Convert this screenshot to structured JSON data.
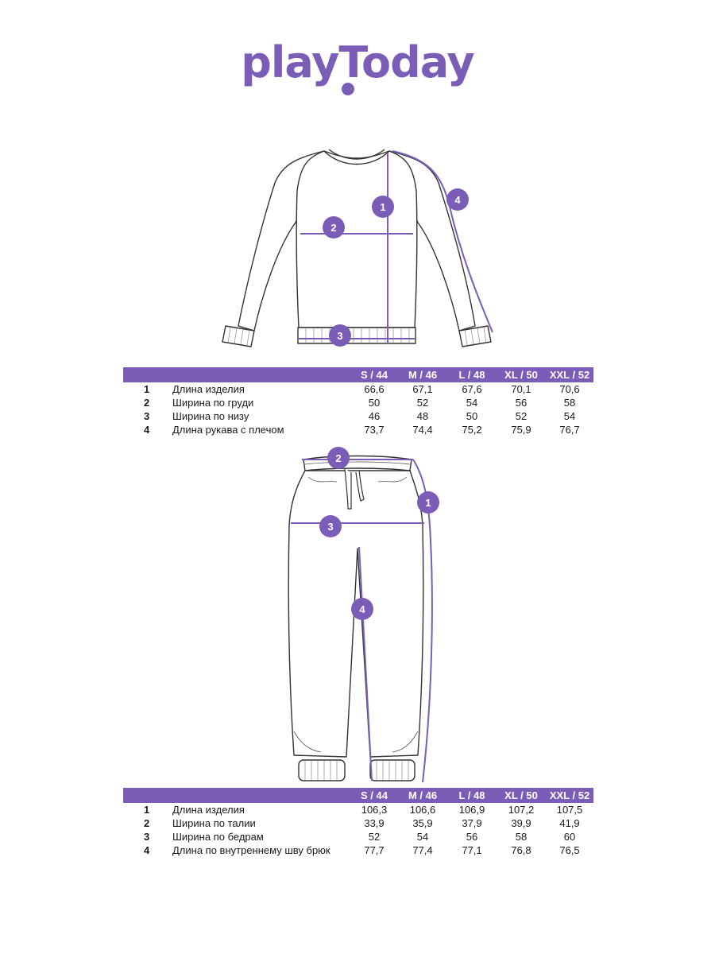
{
  "brand": {
    "logo_text": "playToday",
    "color": "#7b5cb7"
  },
  "colors": {
    "accent": "#7b5cb7",
    "outline": "#333333",
    "text": "#1a1a1a"
  },
  "sweatshirt": {
    "markers": [
      "1",
      "2",
      "3",
      "4"
    ],
    "table": {
      "sizes": [
        "S / 44",
        "M / 46",
        "L / 48",
        "XL / 50",
        "XXL / 52"
      ],
      "rows": [
        {
          "num": "1",
          "label": "Длина изделия",
          "values": [
            "66,6",
            "67,1",
            "67,6",
            "70,1",
            "70,6"
          ]
        },
        {
          "num": "2",
          "label": "Ширина по груди",
          "values": [
            "50",
            "52",
            "54",
            "56",
            "58"
          ]
        },
        {
          "num": "3",
          "label": "Ширина по низу",
          "values": [
            "46",
            "48",
            "50",
            "52",
            "54"
          ]
        },
        {
          "num": "4",
          "label": "Длина рукава с плечом",
          "values": [
            "73,7",
            "74,4",
            "75,2",
            "75,9",
            "76,7"
          ]
        }
      ]
    }
  },
  "pants": {
    "markers": [
      "2",
      "1",
      "3",
      "4"
    ],
    "table": {
      "sizes": [
        "S / 44",
        "M / 46",
        "L / 48",
        "XL / 50",
        "XXL / 52"
      ],
      "rows": [
        {
          "num": "1",
          "label": "Длина изделия",
          "values": [
            "106,3",
            "106,6",
            "106,9",
            "107,2",
            "107,5"
          ]
        },
        {
          "num": "2",
          "label": "Ширина по талии",
          "values": [
            "33,9",
            "35,9",
            "37,9",
            "39,9",
            "41,9"
          ]
        },
        {
          "num": "3",
          "label": "Ширина по бедрам",
          "values": [
            "52",
            "54",
            "56",
            "58",
            "60"
          ]
        },
        {
          "num": "4",
          "label": "Длина по внутреннему шву брюк",
          "values": [
            "77,7",
            "77,4",
            "77,1",
            "76,8",
            "76,5"
          ]
        }
      ]
    }
  }
}
